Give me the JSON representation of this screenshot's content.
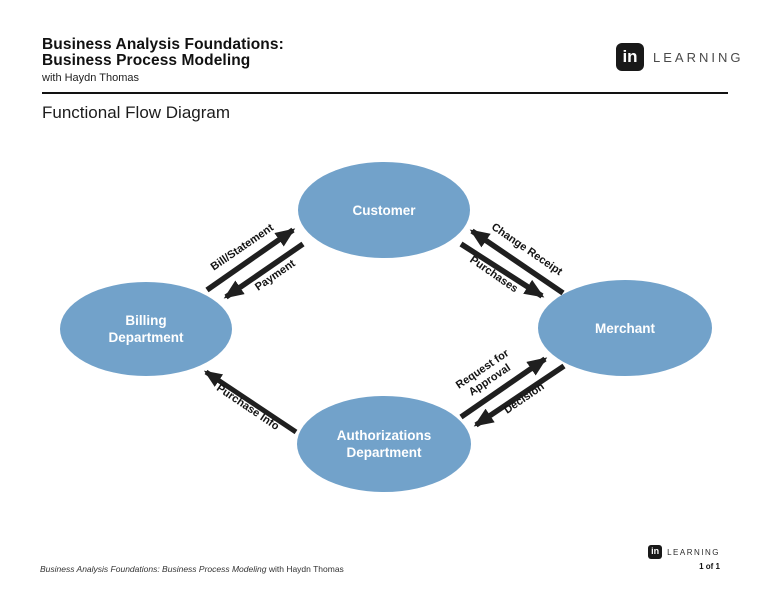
{
  "header": {
    "title_line1": "Business Analysis Foundations:",
    "title_line2": "Business Process Modeling",
    "author": "with Haydn Thomas",
    "logo_text": "in",
    "brand": "LEARNING"
  },
  "slide": {
    "title": "Functional Flow Diagram"
  },
  "diagram": {
    "node_fill": "#72a2ca",
    "arrow_color": "#1f1f1f",
    "nodes": {
      "customer": {
        "label": "Customer"
      },
      "billing": {
        "line1": "Billing",
        "line2": "Department"
      },
      "merchant": {
        "label": "Merchant"
      },
      "authorizations": {
        "line1": "Authorizations",
        "line2": "Department"
      }
    },
    "edges": {
      "bill_statement": "Bill/Statement",
      "payment": "Payment",
      "change_receipt": "Change Receipt",
      "purchases": "Purchases",
      "request_line1": "Request for",
      "request_line2": "Approval",
      "decision": "Decision",
      "purchase_info": "Purchase Info"
    }
  },
  "footer": {
    "course_title": "Business Analysis Foundations: Business Process Modeling",
    "author_suffix": "with Haydn Thomas",
    "logo_text": "in",
    "brand": "LEARNING",
    "page_indicator": "1 of 1"
  }
}
